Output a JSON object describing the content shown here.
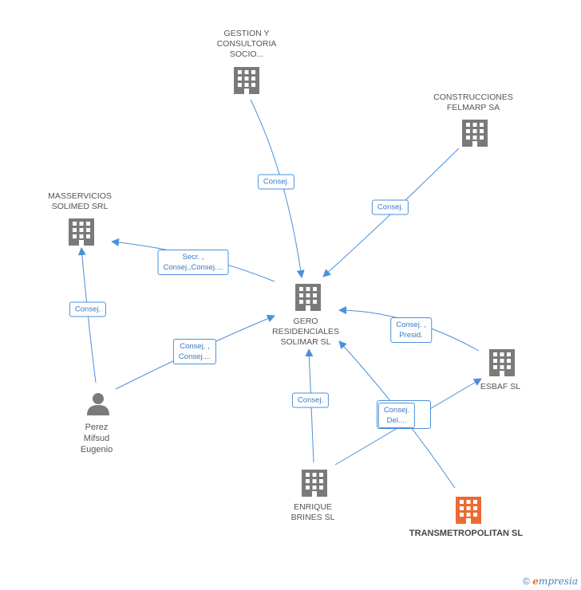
{
  "colors": {
    "edge": "#4a90d9",
    "company": "#7a7a7a",
    "highlight": "#ee6a33",
    "person": "#7a7a7a"
  },
  "nodes": {
    "gero": {
      "label": "GERO\nRESIDENCIALES\nSOLIMAR SL",
      "icon": "building-icon"
    },
    "gestion": {
      "label": "GESTION Y\nCONSULTORIA\nSOCIO...",
      "icon": "building-icon"
    },
    "construcciones": {
      "label": "CONSTRUCCIONES\nFELMARP SA",
      "icon": "building-icon"
    },
    "masservicios": {
      "label": "MASSERVICIOS\nSOLIMED SRL",
      "icon": "building-icon"
    },
    "perez": {
      "label": "Perez\nMifsud\nEugenio",
      "icon": "person-icon"
    },
    "enrique": {
      "label": "ENRIQUE\nBRINES SL",
      "icon": "building-icon"
    },
    "esbaf": {
      "label": "ESBAF SL",
      "icon": "building-icon"
    },
    "transmetropolitan": {
      "label": "TRANSMETROPOLITAN SL",
      "icon": "building-icon"
    }
  },
  "edge_labels": {
    "gestion_gero": "Consej.",
    "construcciones_gero": "Consej.",
    "gero_masservicios": "Secr. ,\nConsej.,Consej....",
    "perez_masservicios": "Consej.",
    "perez_gero": "Consej. ,\nConsej....",
    "esbaf_gero": "Consej. ,\nPresid.",
    "enrique_gero": "Consej.",
    "transmetropolitan_multi": "Consej.\nDel...."
  },
  "watermark": {
    "copyright": "©",
    "e": "e",
    "brand": "mpresia"
  }
}
